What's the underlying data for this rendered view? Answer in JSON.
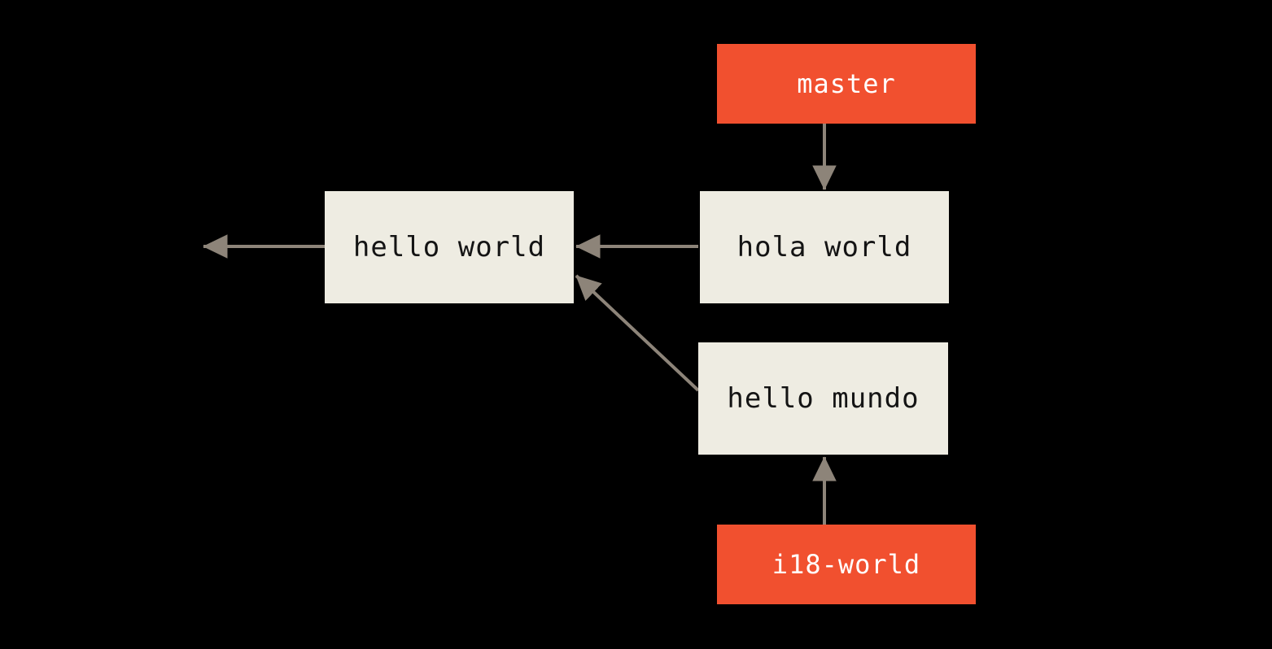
{
  "diagram": {
    "title": "git branch diverge diagram",
    "colors": {
      "background": "#000000",
      "branch_label_bg": "#f1502f",
      "branch_label_text": "#ffffff",
      "commit_box_bg": "#eeece2",
      "commit_box_text": "#141414",
      "arrow": "#8d8479"
    },
    "branch_labels": [
      {
        "id": "master",
        "label": "master"
      },
      {
        "id": "i18-world",
        "label": "i18-world"
      }
    ],
    "commits": [
      {
        "id": "hello-world",
        "message": "hello world"
      },
      {
        "id": "hola-world",
        "message": "hola world"
      },
      {
        "id": "hello-mundo",
        "message": "hello mundo"
      }
    ],
    "edges": [
      {
        "from": "master",
        "to": "hola-world",
        "meaning": "branch pointer"
      },
      {
        "from": "i18-world",
        "to": "hello-mundo",
        "meaning": "branch pointer"
      },
      {
        "from": "hola-world",
        "to": "hello-world",
        "meaning": "parent commit"
      },
      {
        "from": "hello-mundo",
        "to": "hello-world",
        "meaning": "parent commit"
      },
      {
        "from": "hello-world",
        "to": "earlier-history",
        "meaning": "parent commit off-canvas"
      }
    ]
  }
}
